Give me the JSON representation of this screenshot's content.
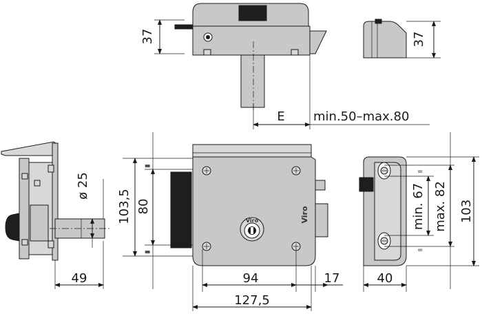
{
  "dimensions": {
    "top_height": "37",
    "side_top_height": "37",
    "e_label": "E",
    "backset": "min.50–max.80",
    "cylinder_diameter": "ø 25",
    "body_height_outer": "103,5",
    "body_height_inner": "80",
    "fixing_min": "min. 67",
    "fixing_max": "max. 82",
    "side_height": "103",
    "depth_left": "49",
    "hole_spacing": "94",
    "bolt_projection": "17",
    "overall_width": "127,5",
    "side_width": "40"
  },
  "brand_logo": "Viro",
  "colors": {
    "body_fill": "#c8c8c8",
    "dark_part": "#1e1e1e",
    "line": "#1a1a1a"
  }
}
